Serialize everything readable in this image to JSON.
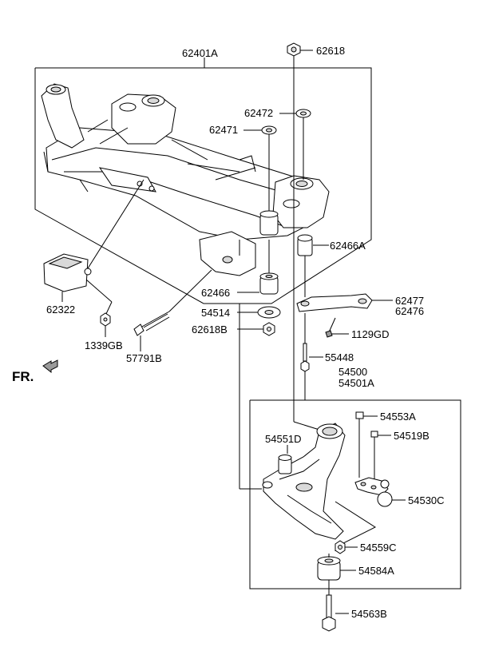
{
  "labels": {
    "crossmember": "62401A",
    "nut_top": "62618",
    "washer_62472": "62472",
    "washer_62471": "62471",
    "bushing_upper": "62466A",
    "bushing_lower": "62466",
    "washer_54514": "54514",
    "nut_62618b": "62618B",
    "stay_62477": "62477",
    "stay_62476": "62476",
    "bolt_1129gd": "1129GD",
    "bolt_55448": "55448",
    "mount_62322": "62322",
    "nut_1339gb": "1339GB",
    "bolt_57791b": "57791B",
    "arm_assy_54500": "54500",
    "arm_assy_54501a": "54501A",
    "bolt_54553a": "54553A",
    "bushing_54551d": "54551D",
    "bolt_54519b": "54519B",
    "ball_joint_54530c": "54530C",
    "nut_54559c": "54559C",
    "bushing_54584a": "54584A",
    "bolt_54563b": "54563B"
  },
  "direction": {
    "text": "FR.",
    "icon": "arrow-forward-icon"
  }
}
